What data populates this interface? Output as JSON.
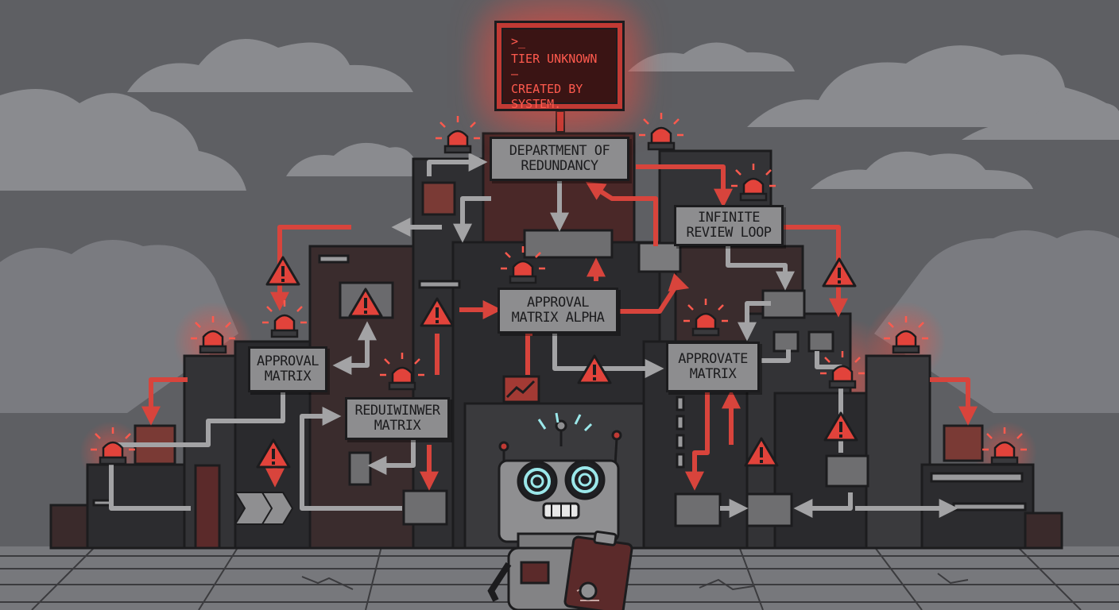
{
  "monitor": {
    "prompt": ">_",
    "message": "TIER UNKNOWN –\nCREATED BY\nSYSTEM."
  },
  "boxes": {
    "department_of_redundancy": "DEPARTMENT OF\nREDUNDANCY",
    "infinite_review_loop": "INFINITE\nREVIEW LOOP",
    "approval_matrix_alpha": "APPROVAL\nMATRIX ALPHA",
    "approval_matrix": "APPROVAL\nMATRIX",
    "reduiwinwer_matrix": "REDUIWINWER\nMATRIX",
    "approvate_matrix": "APPROVATE\nMATRIX"
  },
  "colors": {
    "sky": "#5e5f63",
    "cloud": "#8a8b8f",
    "alarm_red": "#e2433b",
    "arrow_red": "#d8443c",
    "arrow_gray": "#9b9b9d",
    "building_dark": "#2c2c2f",
    "building_maroon": "#5b2a2a"
  },
  "icons": [
    "warning-icon",
    "siren-icon",
    "robot",
    "clipboard-icon",
    "monitor"
  ]
}
